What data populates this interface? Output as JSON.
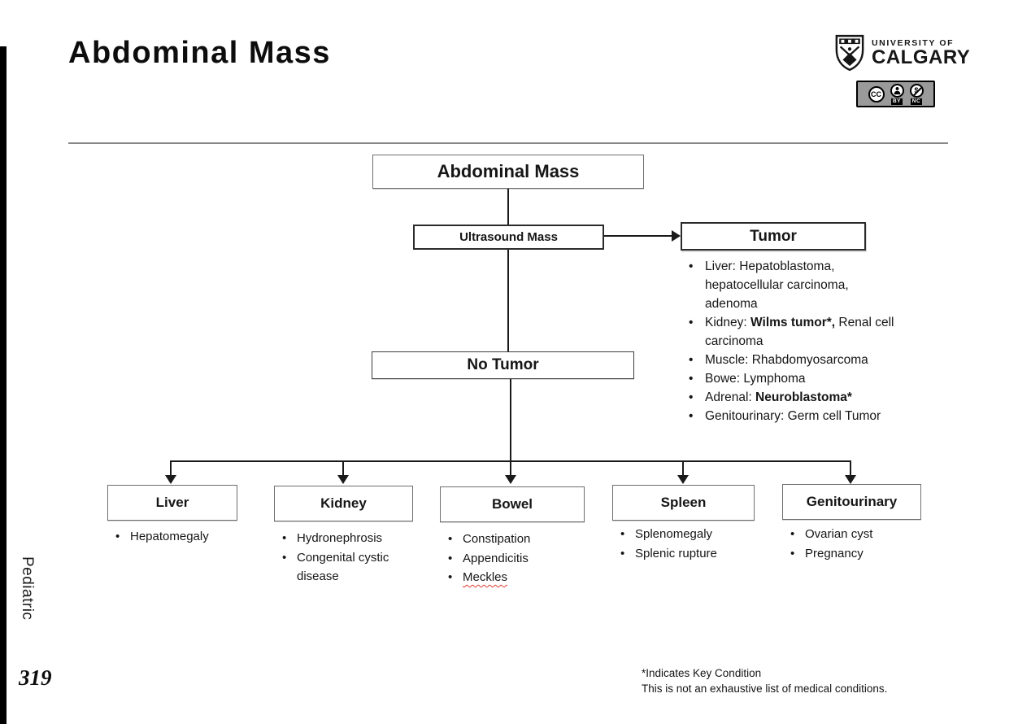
{
  "page": {
    "title": "Abdominal Mass",
    "section_label": "Pediatric",
    "page_number": "319",
    "footnote_line1": "*Indicates Key Condition",
    "footnote_line2": "This is not an exhaustive list of medical conditions."
  },
  "branding": {
    "university_line1": "UNIVERSITY OF",
    "university_line2": "CALGARY",
    "license": {
      "cc": "CC",
      "by": "BY",
      "nc": "NC",
      "nc_symbol": "$"
    }
  },
  "flowchart": {
    "root": "Abdominal Mass",
    "ultrasound": "Ultrasound Mass",
    "tumor": {
      "label": "Tumor",
      "items": [
        [
          {
            "t": "Liver: Hepatoblastoma,\nhepatocellular carcinoma,\nadenoma"
          }
        ],
        [
          {
            "t": "Kidney: "
          },
          {
            "t": "Wilms tumor*,",
            "b": true
          },
          {
            "t": " Renal cell\ncarcinoma"
          }
        ],
        [
          {
            "t": "Muscle: Rhabdomyosarcoma"
          }
        ],
        [
          {
            "t": "Bowe: Lymphoma"
          }
        ],
        [
          {
            "t": "Adrenal: "
          },
          {
            "t": "Neuroblastoma*",
            "b": true
          }
        ],
        [
          {
            "t": "Genitourinary: Germ cell Tumor"
          }
        ]
      ]
    },
    "no_tumor": "No Tumor",
    "categories": [
      {
        "label": "Liver",
        "items": [
          {
            "t": "Hepatomegaly"
          }
        ]
      },
      {
        "label": "Kidney",
        "items": [
          {
            "t": "Hydronephrosis"
          },
          {
            "t": "Congenital cystic\ndisease"
          }
        ]
      },
      {
        "label": "Bowel",
        "items": [
          {
            "t": "Constipation"
          },
          {
            "t": "Appendicitis"
          },
          {
            "t": "Meckles",
            "misspelled": true
          }
        ]
      },
      {
        "label": "Spleen",
        "items": [
          {
            "t": "Splenomegaly"
          },
          {
            "t": "Splenic rupture"
          }
        ]
      },
      {
        "label": "Genitourinary",
        "items": [
          {
            "t": "Ovarian cyst"
          },
          {
            "t": "Pregnancy"
          }
        ]
      }
    ]
  },
  "colors": {
    "bar": "#000000",
    "line": "#1a1a1a",
    "rule": "#888888",
    "badge_bg": "#9a9a9a",
    "misspell": "#e03c31"
  }
}
